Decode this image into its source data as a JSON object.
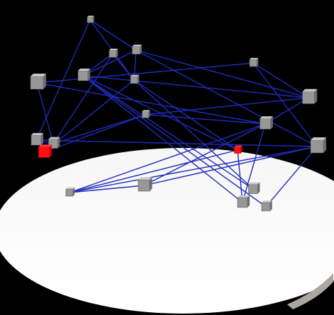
{
  "scene": {
    "background": "#000000",
    "ground_color": "#ffffff",
    "edge_color": "#1f2bbb",
    "node_color": "#8f8f8f",
    "highlight_color": "#ff1010"
  },
  "nodes": [
    {
      "id": "n1",
      "highlighted": false
    },
    {
      "id": "n2",
      "highlighted": false
    },
    {
      "id": "n3",
      "highlighted": false
    },
    {
      "id": "n4",
      "highlighted": false
    },
    {
      "id": "n5",
      "highlighted": false
    },
    {
      "id": "n6",
      "highlighted": false
    },
    {
      "id": "n7",
      "highlighted": false
    },
    {
      "id": "n8",
      "highlighted": false
    },
    {
      "id": "n9",
      "highlighted": false
    },
    {
      "id": "n10",
      "highlighted": false
    },
    {
      "id": "n11",
      "highlighted": false
    },
    {
      "id": "n12",
      "highlighted": false
    },
    {
      "id": "n13",
      "highlighted": true
    },
    {
      "id": "n14",
      "highlighted": false
    },
    {
      "id": "n15",
      "highlighted": true
    },
    {
      "id": "n16",
      "highlighted": false
    },
    {
      "id": "n17",
      "highlighted": false
    },
    {
      "id": "n18",
      "highlighted": false
    },
    {
      "id": "n19",
      "highlighted": false
    },
    {
      "id": "n20",
      "highlighted": false
    }
  ],
  "edges": [
    [
      "n1",
      "n7"
    ],
    [
      "n1",
      "n3"
    ],
    [
      "n1",
      "n10"
    ],
    [
      "n2",
      "n7"
    ],
    [
      "n2",
      "n6"
    ],
    [
      "n2",
      "n11"
    ],
    [
      "n3",
      "n6"
    ],
    [
      "n3",
      "n7"
    ],
    [
      "n3",
      "n14"
    ],
    [
      "n3",
      "n8"
    ],
    [
      "n4",
      "n5"
    ],
    [
      "n4",
      "n8"
    ],
    [
      "n4",
      "n14"
    ],
    [
      "n5",
      "n11"
    ],
    [
      "n5",
      "n12"
    ],
    [
      "n6",
      "n15"
    ],
    [
      "n6",
      "n8"
    ],
    [
      "n6",
      "n18"
    ],
    [
      "n6",
      "n19"
    ],
    [
      "n6",
      "n20"
    ],
    [
      "n7",
      "n13"
    ],
    [
      "n7",
      "n15"
    ],
    [
      "n7",
      "n18"
    ],
    [
      "n8",
      "n12"
    ],
    [
      "n8",
      "n9"
    ],
    [
      "n9",
      "n11"
    ],
    [
      "n9",
      "n13"
    ],
    [
      "n9",
      "n12"
    ],
    [
      "n10",
      "n11"
    ],
    [
      "n10",
      "n14"
    ],
    [
      "n11",
      "n13"
    ],
    [
      "n12",
      "n16"
    ],
    [
      "n12",
      "n17"
    ],
    [
      "n12",
      "n19"
    ],
    [
      "n14",
      "n16"
    ],
    [
      "n14",
      "n17"
    ],
    [
      "n14",
      "n20"
    ],
    [
      "n15",
      "n16"
    ],
    [
      "n15",
      "n19"
    ],
    [
      "n16",
      "n17"
    ]
  ]
}
